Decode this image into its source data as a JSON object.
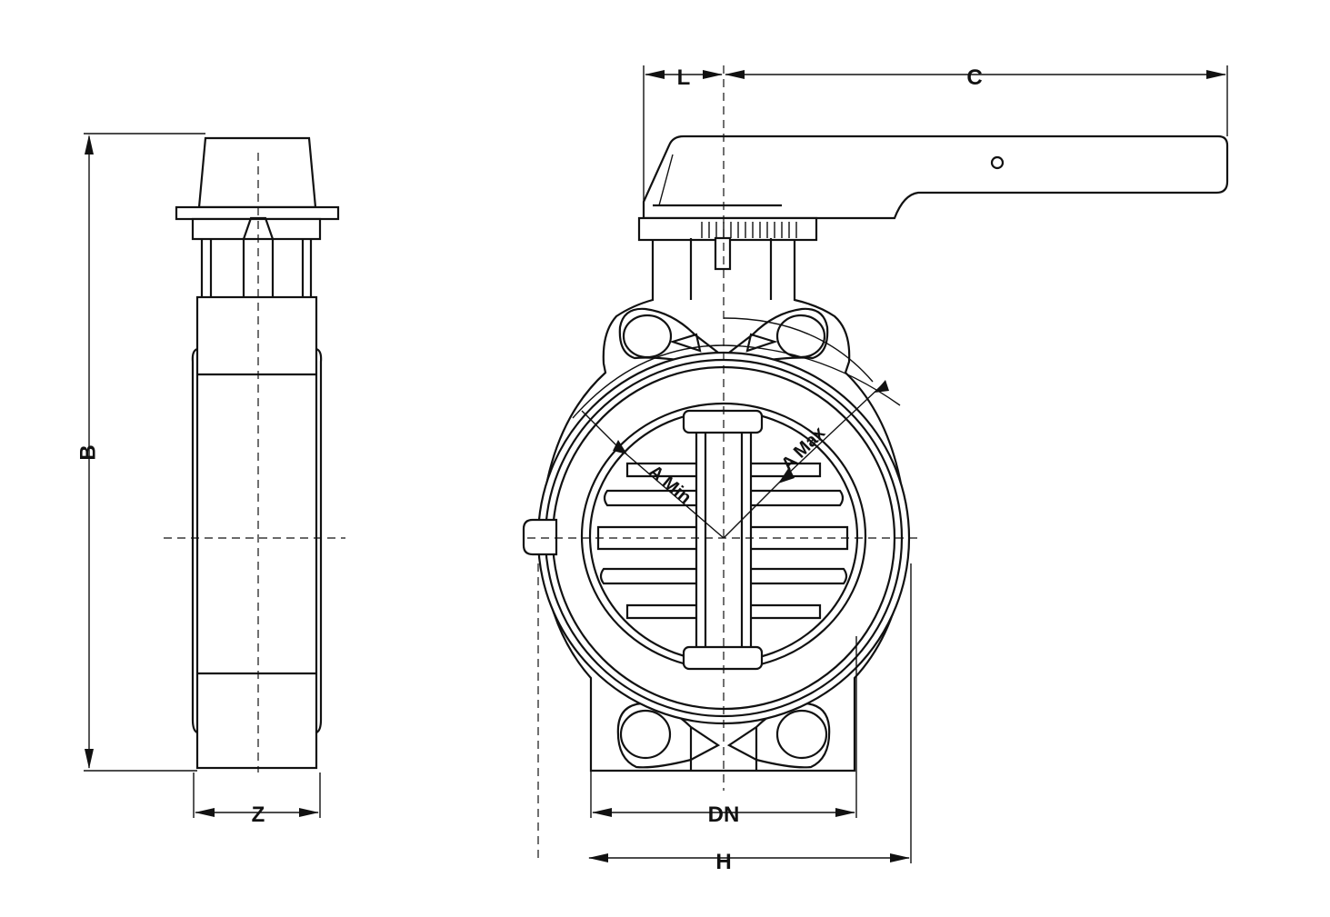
{
  "labels": {
    "B": "B",
    "Z": "Z",
    "L": "L",
    "C": "C",
    "DN": "DN",
    "H": "H",
    "A_min": "A Min",
    "A_max": "A Max"
  }
}
